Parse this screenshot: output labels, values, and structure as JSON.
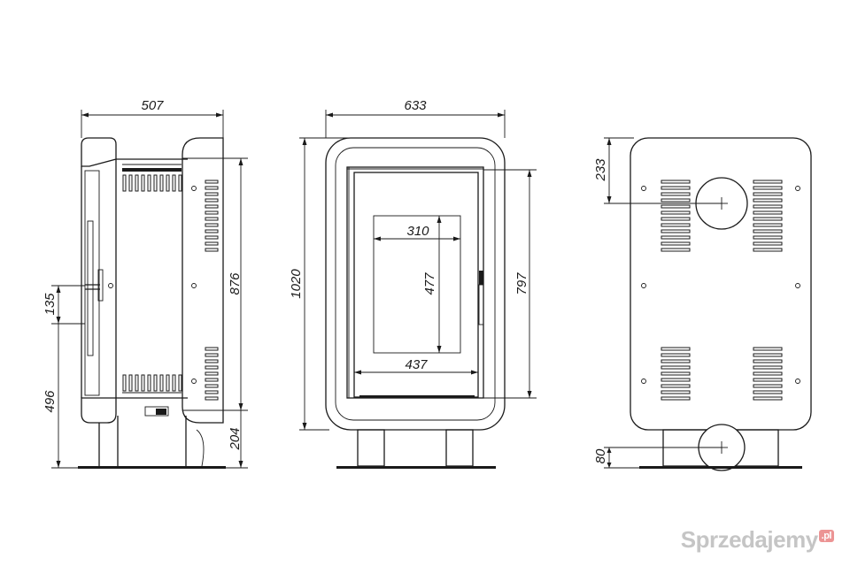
{
  "dimensions": {
    "side_width": "507",
    "side_height": "876",
    "side_handle": "135",
    "side_lower": "496",
    "side_leg": "204",
    "front_width": "633",
    "front_height": "1020",
    "front_door": "797",
    "glass_width": "310",
    "glass_height": "477",
    "door_width": "437",
    "back_top_offset": "233",
    "back_bottom_offset": "80"
  },
  "watermark": {
    "text": "Sprzedajemy",
    "suffix": ".pl"
  }
}
